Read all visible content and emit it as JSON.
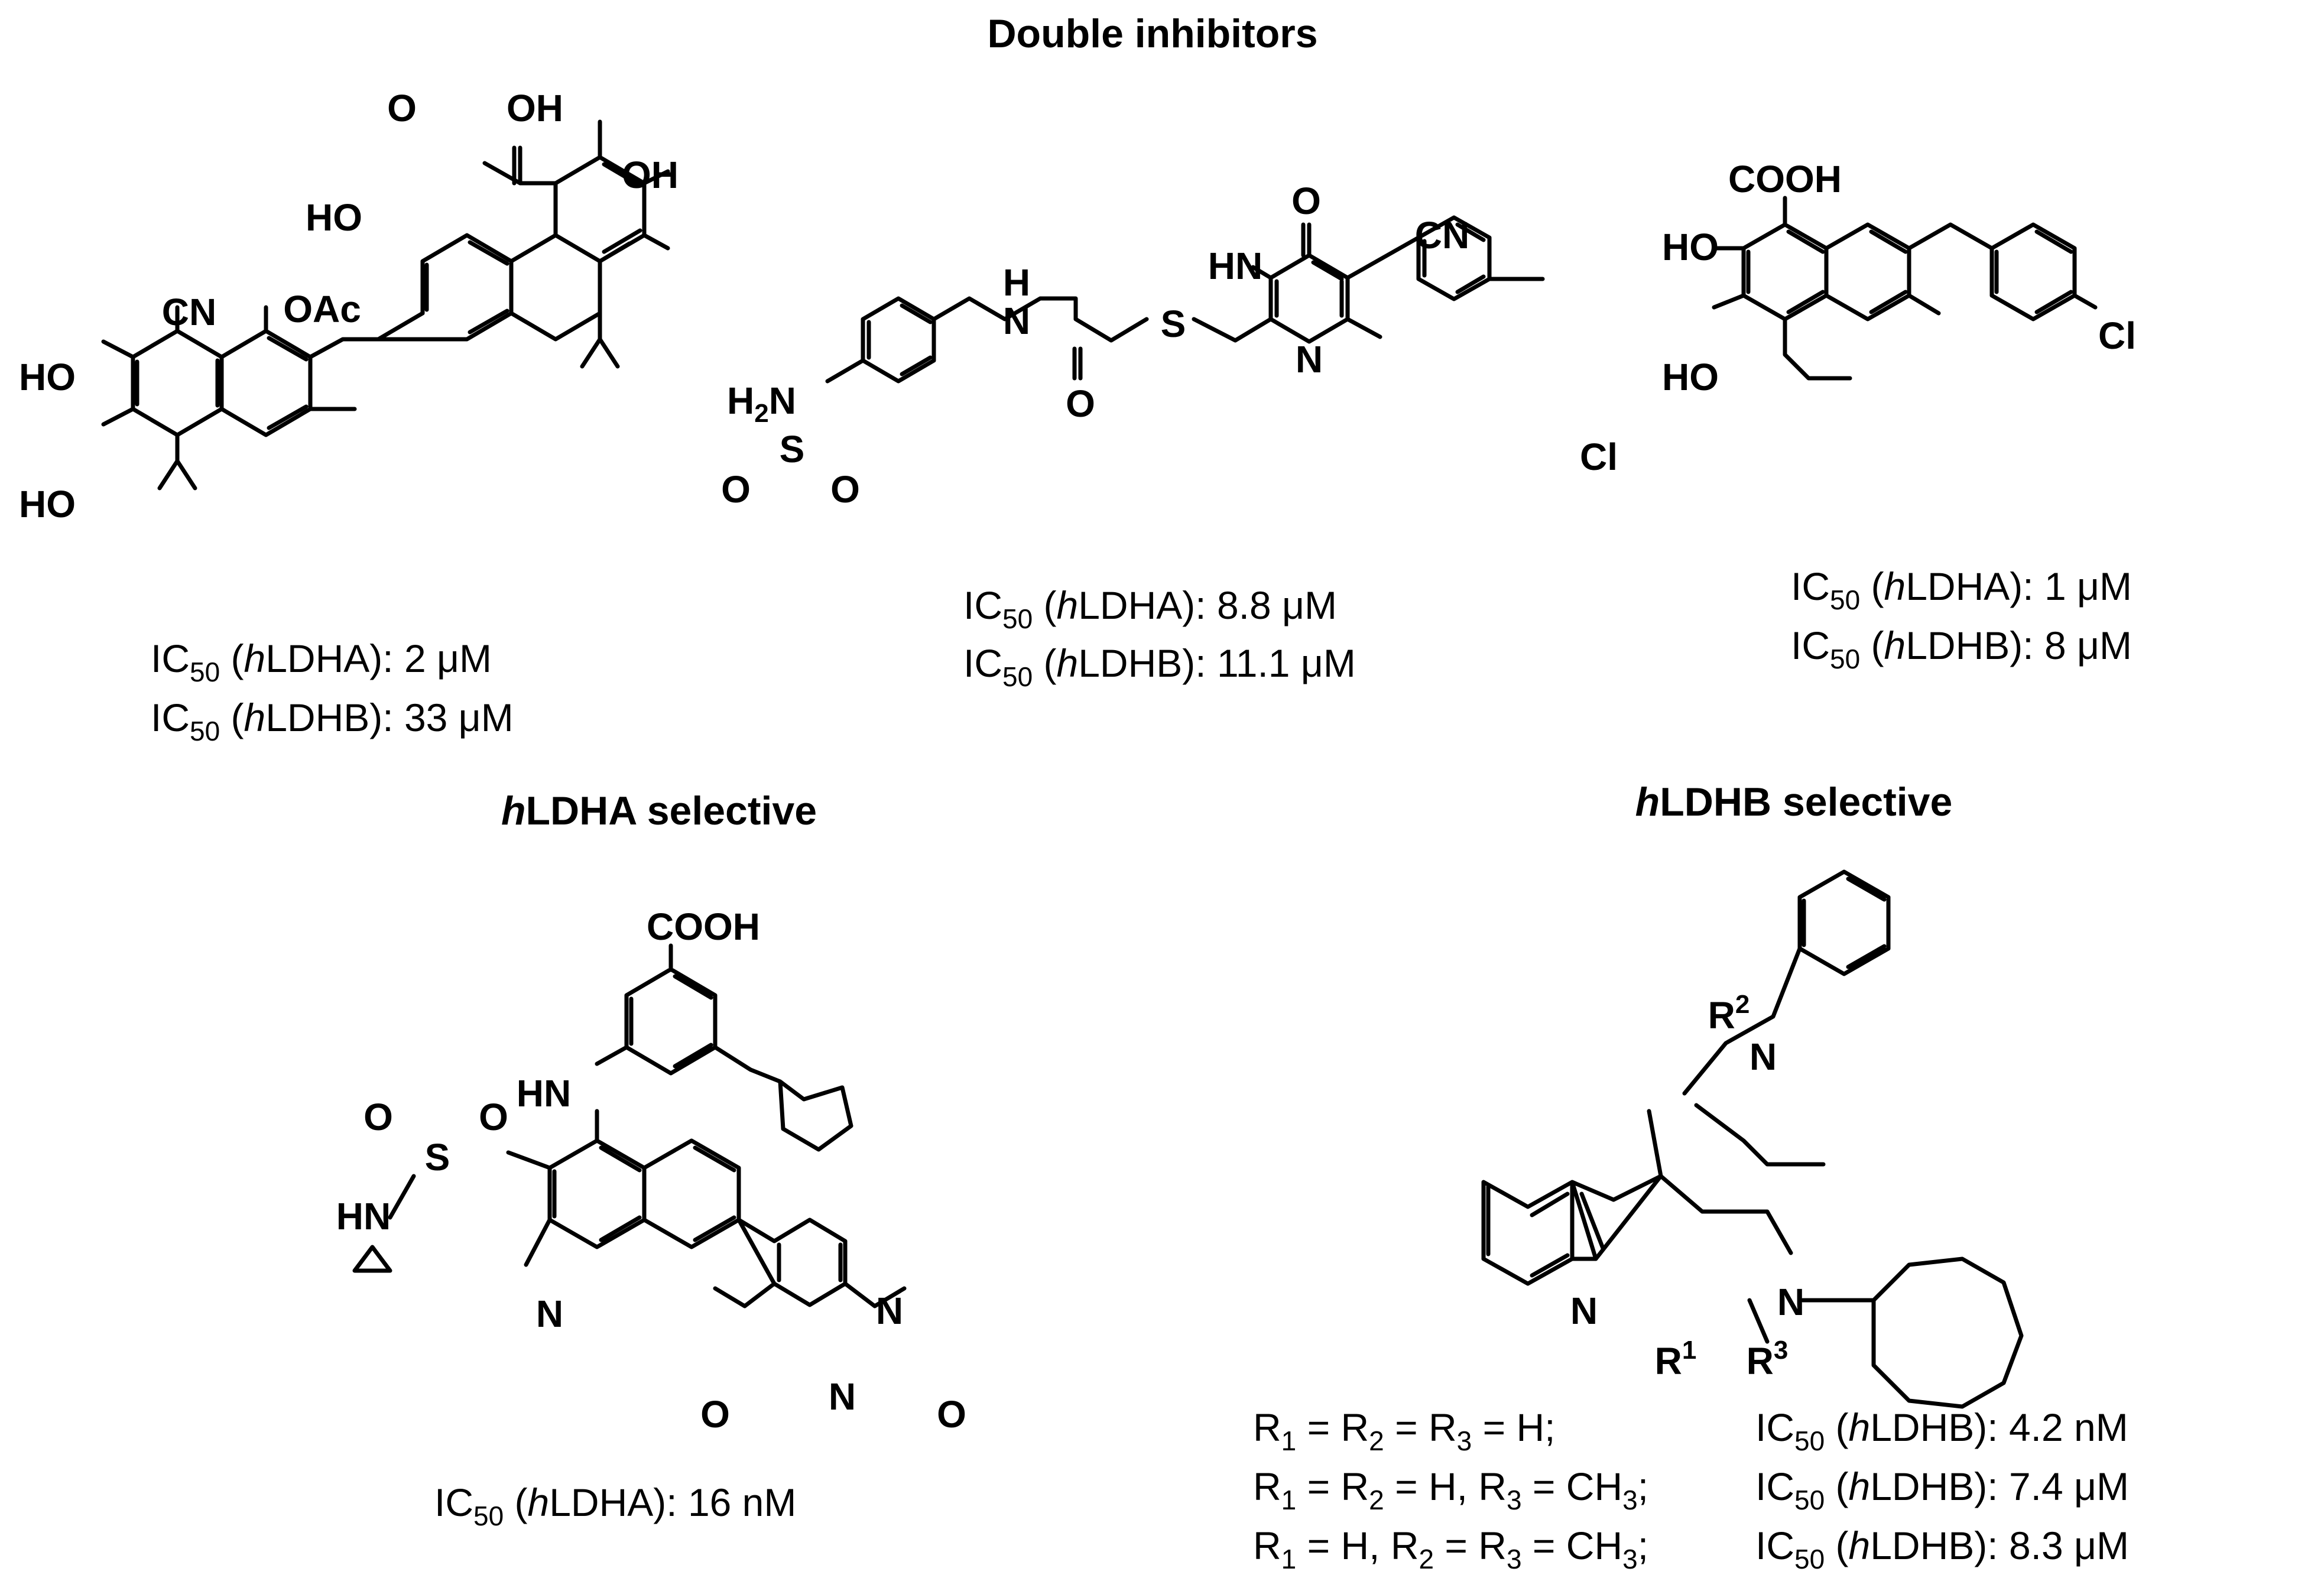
{
  "sections": {
    "double": "Double inhibitors",
    "hldha_sel_italic": "h",
    "hldha_sel_rest": "LDHA selective",
    "hldhb_sel_italic": "h",
    "hldhb_sel_rest": "LDHB selective"
  },
  "compound1": {
    "atoms": {
      "cooh_o": "O",
      "ho_acid": "HO",
      "oh_top": "OH",
      "oh_right": "OH",
      "cn": "CN",
      "oac": "OAc",
      "ho_1": "HO",
      "ho_2": "HO"
    },
    "ic_a": {
      "pre": "IC",
      "sub": "50",
      "open": " (",
      "it": "h",
      "target": "LDHA): ",
      "value": "2 μM"
    },
    "ic_b": {
      "pre": "IC",
      "sub": "50",
      "open": " (",
      "it": "h",
      "target": "LDHB): ",
      "value": "33 μM"
    }
  },
  "compound2": {
    "atoms": {
      "o_top": "O",
      "cn": "CN",
      "hn_ring": "HN",
      "h_amide": "H",
      "n_amide": "N",
      "s": "S",
      "n_ring": "N",
      "o_amide": "O",
      "h2n": "H",
      "h2n_sub": "2",
      "h2n_n": "N",
      "o_s1": "O",
      "s_sul": "S",
      "o_s2": "O",
      "cl": "Cl"
    },
    "ic_a": {
      "pre": "IC",
      "sub": "50",
      "open": " (",
      "it": "h",
      "target": "LDHA): ",
      "value": "8.8 μM"
    },
    "ic_b": {
      "pre": "IC",
      "sub": "50",
      "open": " (",
      "it": "h",
      "target": "LDHB): ",
      "value": "11.1 μM"
    }
  },
  "compound3": {
    "atoms": {
      "cooh": "COOH",
      "ho_1": "HO",
      "ho_2": "HO",
      "cl": "Cl"
    },
    "ic_a": {
      "pre": "IC",
      "sub": "50",
      "open": " (",
      "it": "h",
      "target": "LDHA): ",
      "value": "1 μM"
    },
    "ic_b": {
      "pre": "IC",
      "sub": "50",
      "open": " (",
      "it": "h",
      "target": "LDHB): ",
      "value": "8 μM"
    }
  },
  "compound4": {
    "atoms": {
      "cooh": "COOH",
      "hn_aryl": "HN",
      "o_1": "O",
      "o_2": "O",
      "s": "S",
      "hn_sul": "HN",
      "n_quin": "N",
      "n_pyr1": "N",
      "n_pyr2": "N",
      "o_m1": "O",
      "o_m2": "O"
    },
    "ic_a": {
      "pre": "IC",
      "sub": "50",
      "open": " (",
      "it": "h",
      "target": "LDHA): ",
      "value": "16 nM"
    }
  },
  "compound5": {
    "atoms": {
      "r2": "R",
      "r2_sup": "2",
      "n_top": "N",
      "n_indole": "N",
      "r1": "R",
      "r1_sup": "1",
      "n_bottom": "N",
      "r3": "R",
      "r3_sup": "3"
    },
    "rows": [
      {
        "sub": {
          "p1": "R",
          "s1": "1",
          "p2": " = R",
          "s2": "2",
          "p3": " = R",
          "s3": "3",
          "p4": " = H;"
        },
        "ic": {
          "pre": "IC",
          "sub": "50",
          "open": " (",
          "it": "h",
          "target": "LDHB): ",
          "value": "4.2 nM"
        }
      },
      {
        "sub": {
          "p1": "R",
          "s1": "1",
          "p2": " = R",
          "s2": "2",
          "p3": " = H, R",
          "s3": "3",
          "p4": " = CH",
          "s4": "3",
          "p5": ";"
        },
        "ic": {
          "pre": "IC",
          "sub": "50",
          "open": " (",
          "it": "h",
          "target": "LDHB): ",
          "value": "7.4 μM"
        }
      },
      {
        "sub": {
          "p1": "R",
          "s1": "1",
          "p2": " = H, R",
          "s2": "2",
          "p3": " = R",
          "s3": "3",
          "p4": " = CH",
          "s4": "3",
          "p5": ";"
        },
        "ic": {
          "pre": "IC",
          "sub": "50",
          "open": " (",
          "it": "h",
          "target": "LDHB): ",
          "value": "8.3 μM"
        }
      }
    ]
  }
}
